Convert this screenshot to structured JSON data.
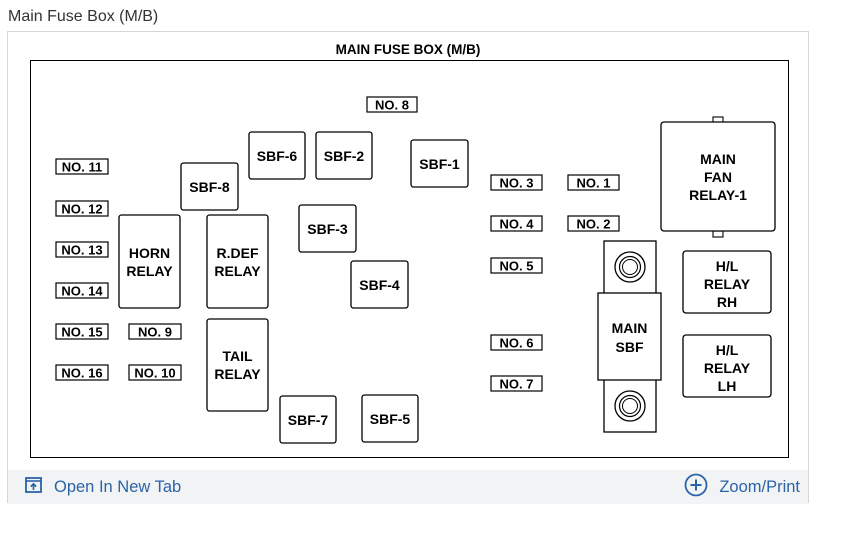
{
  "page": {
    "title": "Main Fuse Box (M/B)"
  },
  "diagram": {
    "title": "MAIN FUSE BOX (M/B)",
    "labels": {
      "no8": "NO. 8",
      "no11": "NO. 11",
      "no12": "NO. 12",
      "no13": "NO. 13",
      "no14": "NO. 14",
      "no15": "NO. 15",
      "no16": "NO. 16",
      "no9": "NO. 9",
      "no10": "NO. 10",
      "no3": "NO. 3",
      "no1": "NO. 1",
      "no4": "NO. 4",
      "no2": "NO. 2",
      "no5": "NO. 5",
      "no6": "NO. 6",
      "no7": "NO. 7"
    },
    "blocks": {
      "sbf6": "SBF-6",
      "sbf2": "SBF-2",
      "sbf1": "SBF-1",
      "sbf8": "SBF-8",
      "sbf3": "SBF-3",
      "sbf4": "SBF-4",
      "sbf7": "SBF-7",
      "sbf5": "SBF-5",
      "horn_relay": [
        "HORN",
        "RELAY"
      ],
      "rdef_relay": [
        "R.DEF",
        "RELAY"
      ],
      "tail_relay": [
        "TAIL",
        "RELAY"
      ],
      "main_fan_relay": [
        "MAIN",
        "FAN",
        "RELAY-1"
      ],
      "hl_relay_rh": [
        "H/L",
        "RELAY",
        "RH"
      ],
      "hl_relay_lh": [
        "H/L",
        "RELAY",
        "LH"
      ],
      "main_sbf": [
        "MAIN",
        "SBF"
      ]
    }
  },
  "footer": {
    "open_tab": "Open In New Tab",
    "zoom_print": "Zoom/Print",
    "icons": {
      "open_tab": "open-new-tab-icon",
      "zoom": "zoom-plus-icon"
    },
    "link_color": "#2b63a8"
  }
}
